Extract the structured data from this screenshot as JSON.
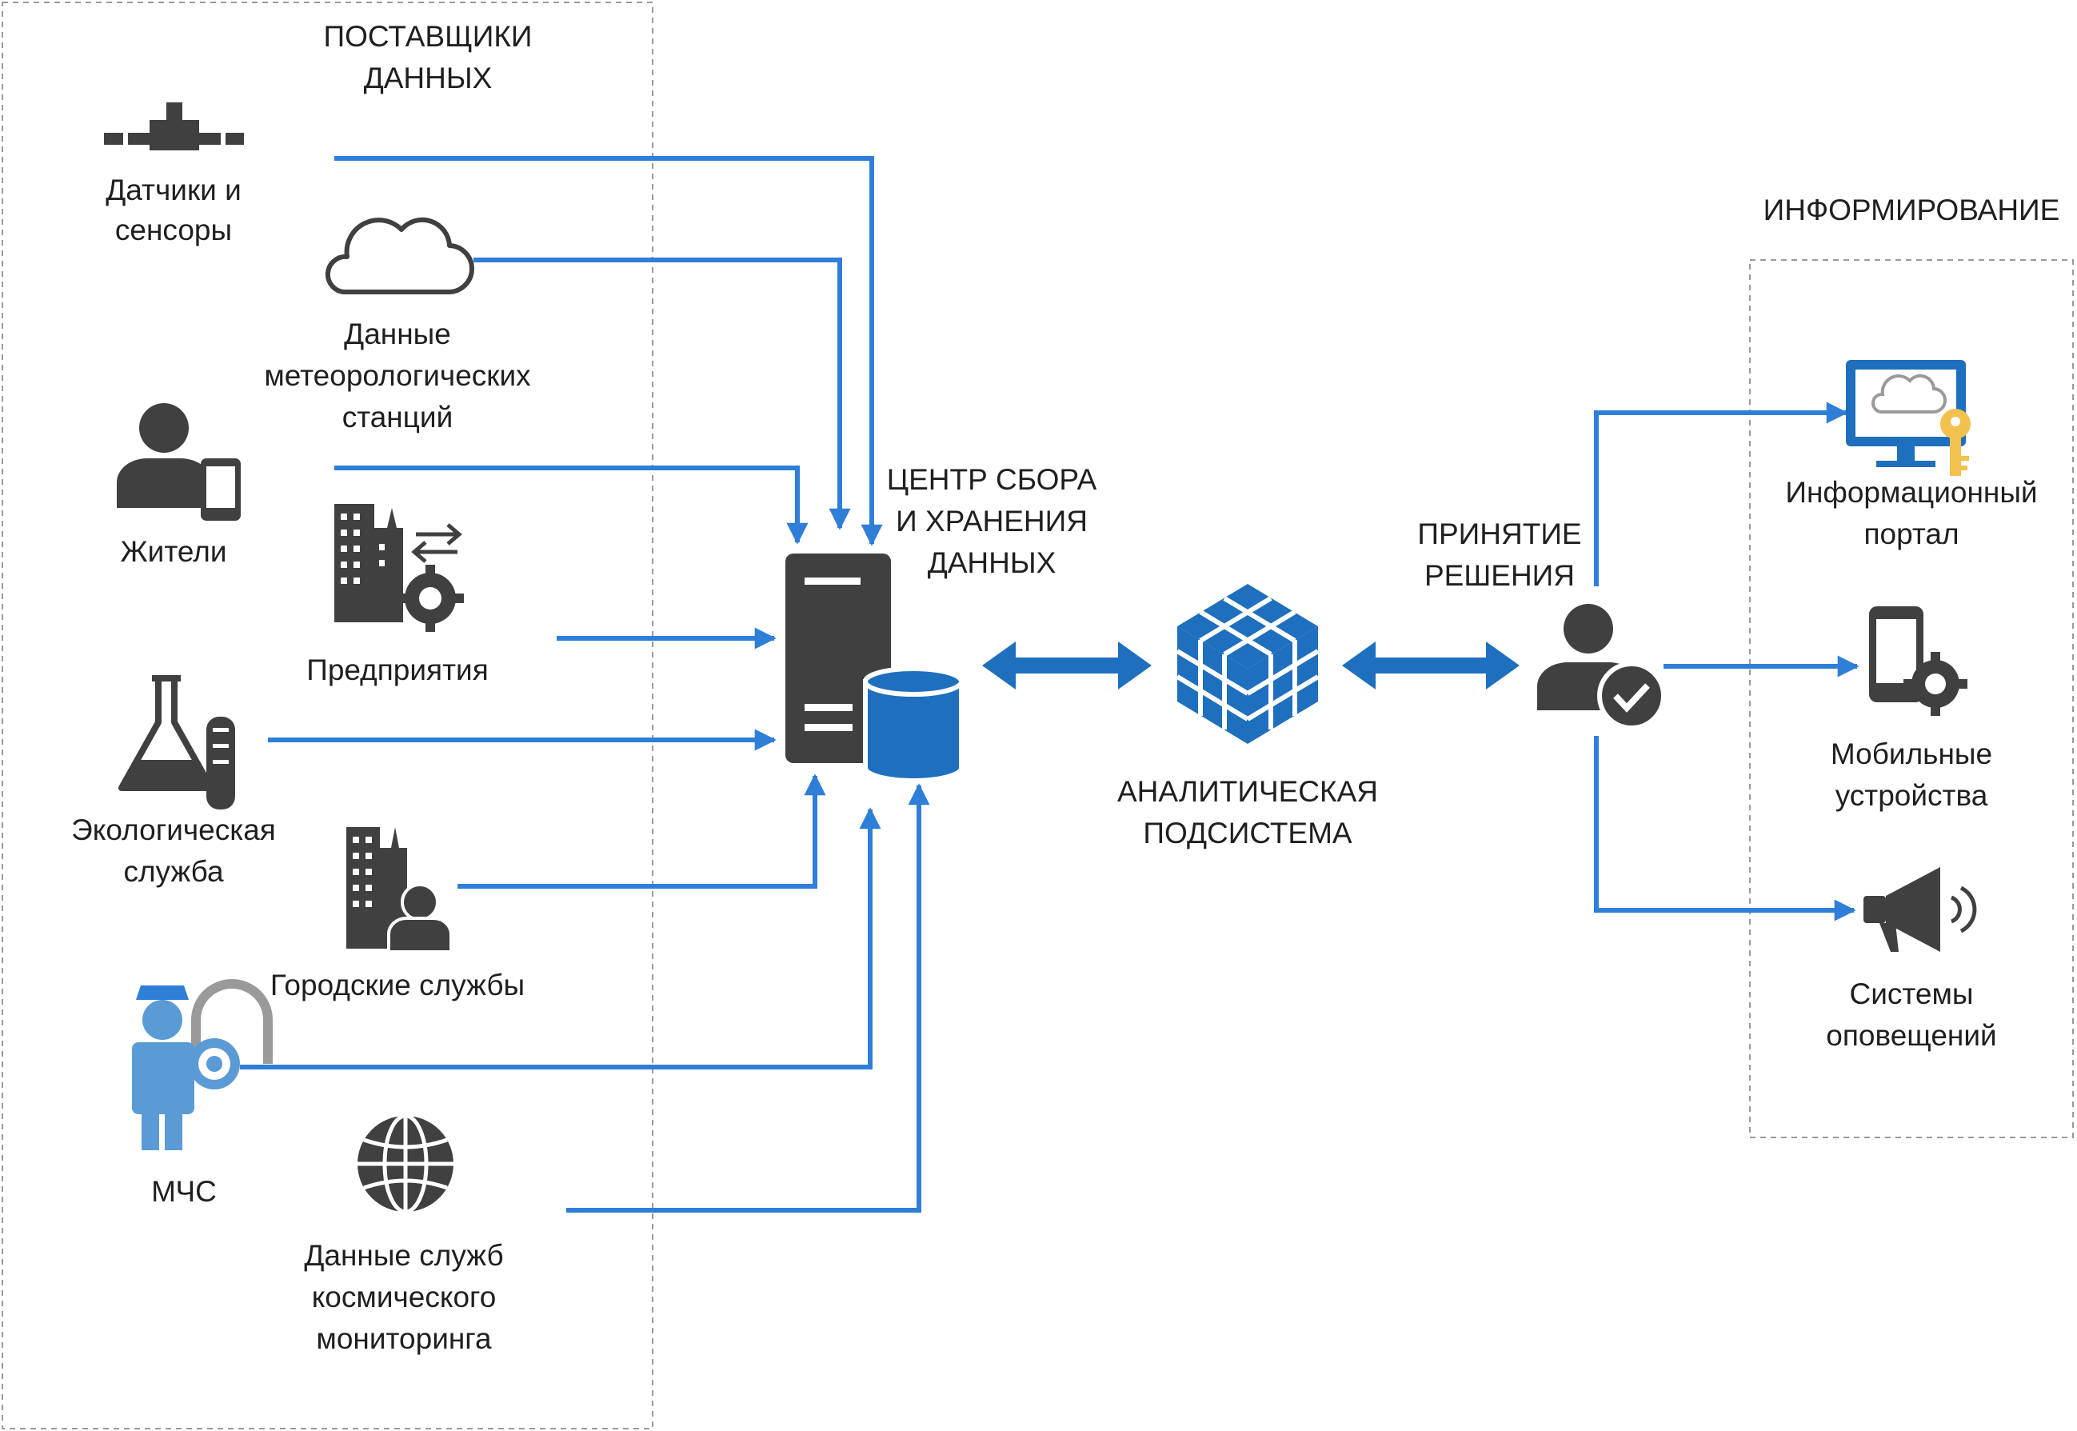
{
  "groups": {
    "providers_title": [
      "ПОСТАВЩИКИ",
      "ДАННЫХ"
    ],
    "informing_title": [
      "ИНФОРМИРОВАНИЕ"
    ]
  },
  "providers": {
    "sensors": [
      "Датчики и",
      "сенсоры"
    ],
    "meteo": [
      "Данные",
      "метеорологических",
      "станций"
    ],
    "residents": [
      "Жители"
    ],
    "enterprises": [
      "Предприятия"
    ],
    "ecology": [
      "Экологическая",
      "служба"
    ],
    "city_services": [
      "Городские службы"
    ],
    "emergency": [
      "МЧС"
    ],
    "space_monitoring": [
      "Данные служб",
      "космического",
      "мониторинга"
    ]
  },
  "center": {
    "storage": [
      "ЦЕНТР СБОРА",
      "И ХРАНЕНИЯ",
      "ДАННЫХ"
    ],
    "analytics": [
      "АНАЛИТИЧЕСКАЯ",
      "ПОДСИСТЕМА"
    ],
    "decision": [
      "ПРИНЯТИЕ",
      "РЕШЕНИЯ"
    ]
  },
  "outputs": {
    "portal": [
      "Информационный",
      "портал"
    ],
    "mobile": [
      "Мобильные",
      "устройства"
    ],
    "alerts": [
      "Системы",
      "оповещений"
    ]
  },
  "colors": {
    "flow": "#2f7ed8",
    "icon_dark": "#404040",
    "icon_blue": "#1f6fbf",
    "key": "#f2c14e",
    "dashed_border": "#9a9a9a"
  }
}
